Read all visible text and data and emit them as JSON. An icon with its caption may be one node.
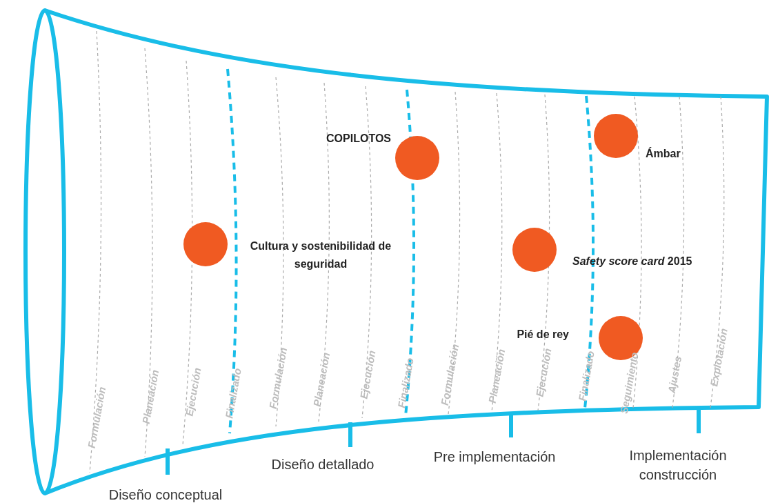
{
  "diagram": {
    "nodes": [
      {
        "text": [],
        "shape": "circle",
        "beside": [
          "Ámbar"
        ]
      },
      {
        "text": [],
        "shape": "circle",
        "beside": [
          "COPILOTOS"
        ]
      },
      {
        "text": [],
        "shape": "circle",
        "beside": [
          "Cultura y sostenibilidad de seguridad"
        ]
      },
      {
        "text": [],
        "shape": "circle",
        "beside": [
          "*Safety score card* 2015"
        ]
      },
      {
        "text": [],
        "shape": "circle",
        "beside": [
          "Pié de rey"
        ]
      }
    ],
    "labels": [
      "Formulación",
      "Planeación",
      "Ejecución",
      "Finalizado",
      "Formulación",
      "Planeación",
      "Ejecución",
      "Finalizado",
      "Formulación",
      "Planeación",
      "Ejecución",
      "Finalizado",
      "Seguimiento",
      "Ajustes",
      "Explotación",
      "Diseño conceptual",
      "Diseño detallado",
      "Pre implementación",
      "Implementación construcción"
    ]
  }
}
